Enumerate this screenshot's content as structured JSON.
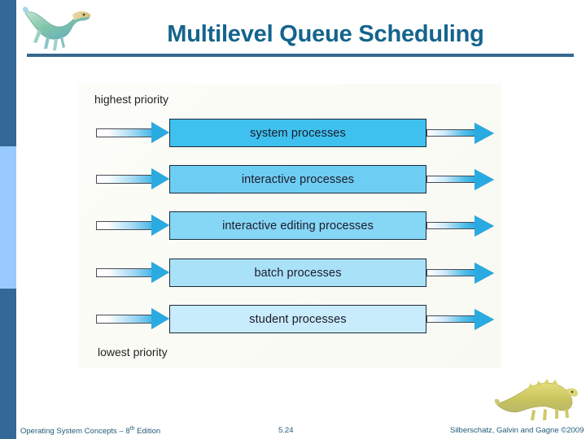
{
  "slide": {
    "title": "Multilevel Queue Scheduling",
    "accent_color": "#14648c",
    "rule_color": "#36688e",
    "sidebar_dark": "#336899",
    "sidebar_light": "#99caff"
  },
  "logo": {
    "name": "dinosaur-logo",
    "alt": "green dinosaur illustration"
  },
  "diagram": {
    "top_label": "highest priority",
    "bottom_label": "lowest priority",
    "queues": [
      {
        "label": "system processes",
        "fill": "#3fc1ef"
      },
      {
        "label": "interactive processes",
        "fill": "#6ecdf2"
      },
      {
        "label": "interactive editing processes",
        "fill": "#86d6f5"
      },
      {
        "label": "batch processes",
        "fill": "#a9e2f8"
      },
      {
        "label": "student processes",
        "fill": "#c8ecfb"
      }
    ]
  },
  "footer": {
    "left": "Operating System Concepts – 8",
    "left_sup": "th",
    "left_tail": " Edition",
    "page": "5.24",
    "right": "Silberschatz, Galvin and Gagne ©2009",
    "dino": {
      "name": "dimetrodon-logo",
      "alt": "yellow dinosaur illustration"
    }
  }
}
